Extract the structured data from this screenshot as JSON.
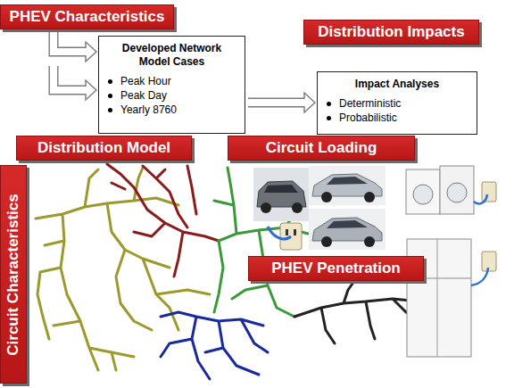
{
  "diagram": {
    "nodes": [
      {
        "text": [
          "PHEV Characteristics"
        ]
      },
      {
        "text": [
          "Developed Network Model Cases",
          "Peak Hour",
          "Peak Day",
          "Yearly 8760"
        ]
      },
      {
        "text": [
          "Distribution Impacts"
        ]
      },
      {
        "text": [
          "Impact Analyses",
          "Deterministic",
          "Probabilistic"
        ]
      },
      {
        "text": [
          "Distribution Model"
        ]
      },
      {
        "text": [
          "Circuit Loading"
        ]
      },
      {
        "text": [
          "Circuit Characteristics"
        ]
      },
      {
        "text": [
          "PHEV Penetration"
        ]
      }
    ],
    "edges": [
      {
        "from": 0,
        "to": 1,
        "arrow": "to"
      },
      {
        "from": 1,
        "to": 3,
        "arrow": "to"
      }
    ]
  }
}
